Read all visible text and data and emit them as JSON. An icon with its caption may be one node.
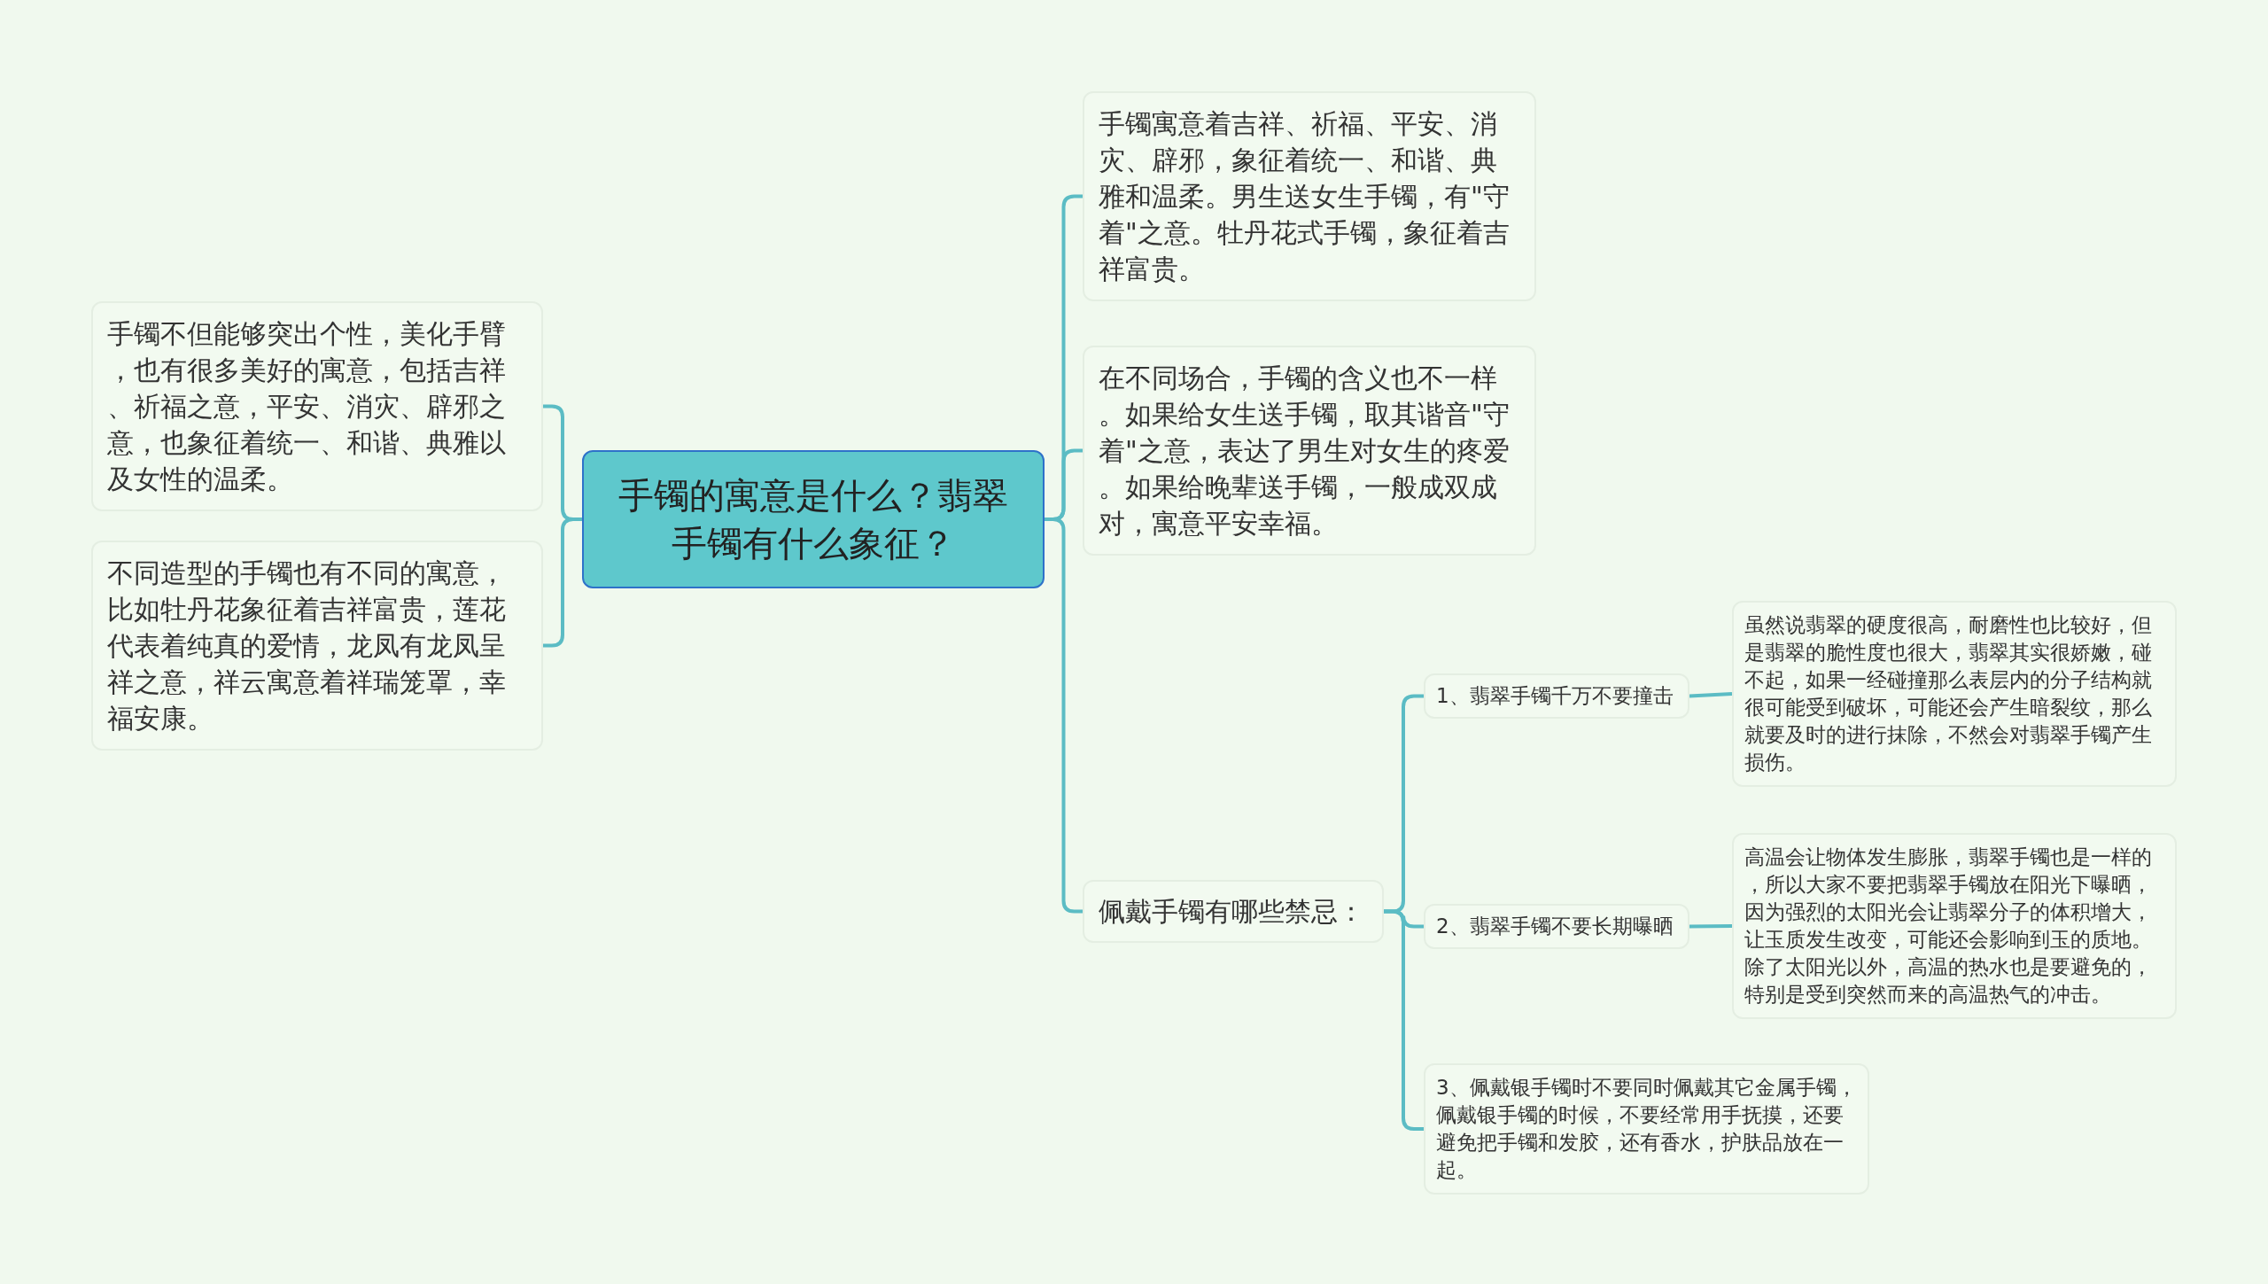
{
  "diagram": {
    "nodes": [
      {
        "text": [
          "手镯的寓意是什么？翡翠手镯有什么象征？"
        ]
      },
      {
        "text": [
          "手镯不但能够突出个性，美化手臂，也有很多美好的寓意，包括吉祥、祈福之意，平安、消灾、辟邪之意，也象征着统一、和谐、典雅以及女性的温柔。"
        ]
      },
      {
        "text": [
          "不同造型的手镯也有不同的寓意，比如牡丹花象征着吉祥富贵，莲花代表着纯真的爱情，龙凤有龙凤呈祥之意，祥云寓意着祥瑞笼罩，幸福安康。"
        ]
      },
      {
        "text": [
          "手镯寓意着吉祥、祈福、平安、消灾、辟邪，象征着统一、和谐、典雅和温柔。男生送女生手镯，有\"守着\"之意。牡丹花式手镯，象征着吉祥富贵。"
        ]
      },
      {
        "text": [
          "在不同场合，手镯的含义也不一样。如果给女生送手镯，取其谐音\"守着\"之意，表达了男生对女生的疼爱。如果给晚辈送手镯，一般成双成对，寓意平安幸福。"
        ]
      },
      {
        "text": [
          "佩戴手镯有哪些禁忌："
        ]
      },
      {
        "text": [
          "1、翡翠手镯千万不要撞击"
        ]
      },
      {
        "text": [
          "虽然说翡翠的硬度很高，耐磨性也比较好，但是翡翠的脆性度也很大，翡翠其实很娇嫩，碰不起，如果一经碰撞那么表层内的分子结构就很可能受到破坏，可能还会产生暗裂纹，那么就要及时的进行抹除，不然会对翡翠手镯产生损伤。"
        ]
      },
      {
        "text": [
          "2、翡翠手镯不要长期曝晒"
        ]
      },
      {
        "text": [
          "高温会让物体发生膨胀，翡翠手镯也是一样的，所以大家不要把翡翠手镯放在阳光下曝晒，因为强烈的太阳光会让翡翠分子的体积增大，让玉质发生改变，可能还会影响到玉的质地。除了太阳光以外，高温的热水也是要避免的，特别是受到突然而来的高温热气的冲击。"
        ]
      },
      {
        "text": [
          "3、佩戴银手镯时不要同时佩戴其它金属手镯，佩戴银手镯的时候，不要经常用手抚摸，还要避免把手镯和发胶，还有香水，护肤品放在一起。"
        ]
      }
    ],
    "edges": [
      {
        "from": 0,
        "to": 1,
        "arrow": "none"
      },
      {
        "from": 0,
        "to": 2,
        "arrow": "none"
      },
      {
        "from": 0,
        "to": 3,
        "arrow": "none"
      },
      {
        "from": 0,
        "to": 4,
        "arrow": "none"
      },
      {
        "from": 0,
        "to": 5,
        "arrow": "none"
      },
      {
        "from": 5,
        "to": 6,
        "arrow": "none"
      },
      {
        "from": 5,
        "to": 8,
        "arrow": "none"
      },
      {
        "from": 5,
        "to": 10,
        "arrow": "none"
      },
      {
        "from": 6,
        "to": 7,
        "arrow": "none"
      },
      {
        "from": 8,
        "to": 9,
        "arrow": "none"
      }
    ]
  }
}
